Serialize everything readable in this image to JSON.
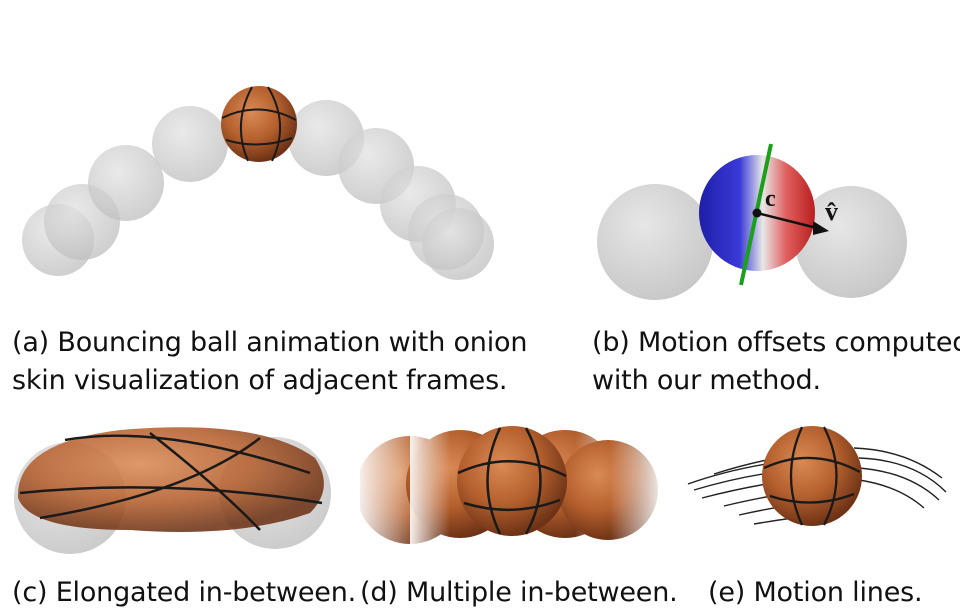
{
  "figure": {
    "panels": [
      {
        "id": "a",
        "caption_line1": "(a) Bouncing ball animation with onion",
        "caption_line2": "skin visualization of adjacent frames."
      },
      {
        "id": "b",
        "caption_line1": "(b) Motion offsets computed",
        "caption_line2": "with our method.",
        "label_center": "c",
        "label_velocity": "v̂"
      },
      {
        "id": "c",
        "caption": "(c) Elongated in-between."
      },
      {
        "id": "d",
        "caption": "(d) Multiple in-between."
      },
      {
        "id": "e",
        "caption": "(e) Motion lines."
      }
    ],
    "colors": {
      "ghost": "#cfcfcf",
      "ball": "#b5602e",
      "seam": "#1a1a1a",
      "offset_negative": "#2a2ad0",
      "offset_positive": "#d42a2a",
      "axis": "#1aa01a"
    }
  }
}
